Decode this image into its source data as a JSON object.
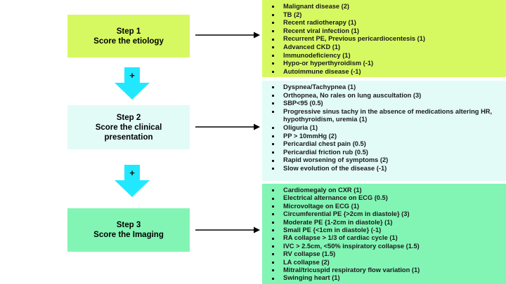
{
  "colors": {
    "step1_bg": "#d6f961",
    "step2_bg": "#e2fbf7",
    "step3_bg": "#82f5b4",
    "arrow_cyan": "#22e8ff",
    "connector": "#000000",
    "text": "#000000"
  },
  "steps": [
    {
      "id": "step-1",
      "line1": "Step 1",
      "line2": "Score the etiology",
      "line3": ""
    },
    {
      "id": "step-2",
      "line1": "Step 2",
      "line2": "Score the clinical",
      "line3": "presentation"
    },
    {
      "id": "step-3",
      "line1": "Step 3",
      "line2": "Score the Imaging",
      "line3": ""
    }
  ],
  "plus_arrows": [
    {
      "label": "+"
    },
    {
      "label": "+"
    }
  ],
  "panels": [
    {
      "id": "panel-etiology",
      "items": [
        "Malignant disease (2)",
        "TB (2)",
        "Recent radiotherapy (1)",
        "Recent viral infection (1)",
        "Recurrent PE, Previous pericardiocentesis (1)",
        "Advanced CKD (1)",
        "Immunodeficiency (1)",
        "Hypo-or hyperthyroidism (-1)",
        "Autoimmune disease (-1)"
      ]
    },
    {
      "id": "panel-clinical-presentation",
      "items": [
        "Dyspnea/Tachypnea (1)",
        "Orthopnea, No rales on lung auscultation (3)",
        "SBP<95 (0.5)",
        "Progressive sinus tachy in the absence of medications altering HR, hypothyroidism, uremia (1)",
        "Oliguria (1)",
        "PP > 10mmHg (2)",
        "Pericardial chest pain (0.5)",
        "Pericardial friction rub (0.5)",
        "Rapid worsening of symptoms (2)",
        "Slow evolution of the disease (-1)"
      ]
    },
    {
      "id": "panel-imaging",
      "items": [
        "Cardiomegaly on CXR (1)",
        "Electrical alternance on ECG (0.5)",
        "Microvoltage on ECG (1)",
        "Circumferential PE {>2cm in diastole}  (3)",
        "Moderate PE {1-2cm in diastole} (1)",
        "Small PE {<1cm in diastole} (-1)",
        "RA collapse > 1/3 of cardiac cycle (1)",
        "IVC > 2.5cm, <50% inspiratory collapse (1.5)",
        "RV collapse (1.5)",
        "LA collapse (2)",
        "Mitral/tricuspid respiratory flow variation (1)",
        "Swinging heart (1)"
      ]
    }
  ]
}
